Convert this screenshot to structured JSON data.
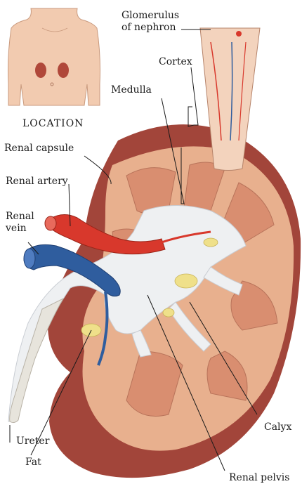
{
  "labels": {
    "glomerulus_line1": "Glomerulus",
    "glomerulus_line2": "of nephron",
    "cortex": "Cortex",
    "medulla": "Medulla",
    "location": "LOCATION",
    "renal_capsule": "Renal capsule",
    "renal_artery": "Renal artery",
    "renal_vein_line1": "Renal",
    "renal_vein_line2": "vein",
    "ureter": "Ureter",
    "fat": "Fat",
    "calyx": "Calyx",
    "renal_pelvis": "Renal pelvis"
  },
  "colors": {
    "capsule": "#a2453a",
    "cortex": "#e8b08e",
    "medulla_pyramid": "#d98e70",
    "pelvis": "#eef0f2",
    "artery": "#d8382c",
    "vein": "#2f5d9e",
    "fat": "#efe08a",
    "skin": "#f2cbb0",
    "body_kidney": "#b0483a"
  }
}
